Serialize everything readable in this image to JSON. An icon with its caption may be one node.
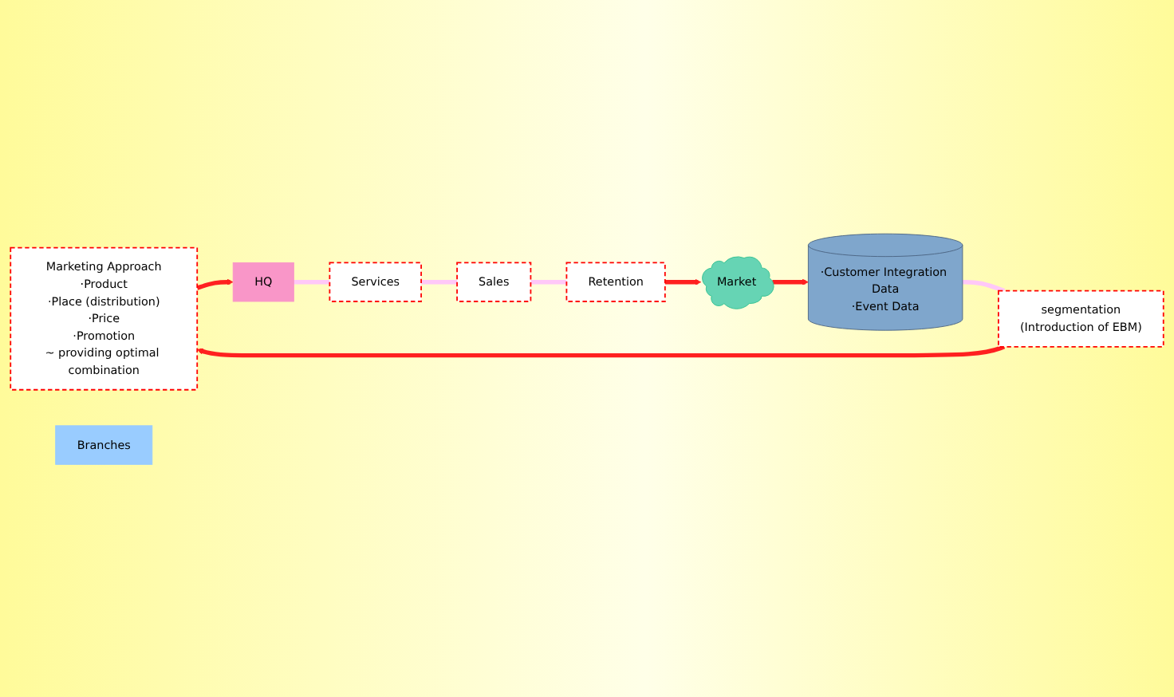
{
  "diagram": {
    "nodes": [
      {
        "text": [
          "Marketing Approach",
          "·Product",
          "·Place (distribution)",
          "·Price",
          "·Promotion",
          "~ providing optimal combination"
        ]
      },
      {
        "text": [
          "HQ"
        ]
      },
      {
        "text": [
          "Branches"
        ]
      },
      {
        "text": [
          "Services"
        ]
      },
      {
        "text": [
          "Sales"
        ]
      },
      {
        "text": [
          "Retention"
        ]
      },
      {
        "text": [
          "Market"
        ]
      },
      {
        "text": [
          "·Customer Integration Data",
          "·Event Data"
        ]
      },
      {
        "text": [
          "segmentation",
          "(Introduction of EBM)"
        ]
      }
    ],
    "edges": [
      {
        "from": 0,
        "to": 1,
        "arrow": "to"
      },
      {
        "from": 1,
        "to": 3,
        "arrow": "none",
        "color": "#ffc8f8"
      },
      {
        "from": 3,
        "to": 4,
        "arrow": "none",
        "color": "#ffc8f8"
      },
      {
        "from": 4,
        "to": 5,
        "arrow": "none",
        "color": "#ffc8f8"
      },
      {
        "from": 5,
        "to": 6,
        "arrow": "to"
      },
      {
        "from": 6,
        "to": 7,
        "arrow": "to"
      },
      {
        "from": 7,
        "to": 8,
        "arrow": "none",
        "color": "#ffc8f8"
      },
      {
        "from": 8,
        "to": 0,
        "arrow": "to"
      }
    ]
  }
}
